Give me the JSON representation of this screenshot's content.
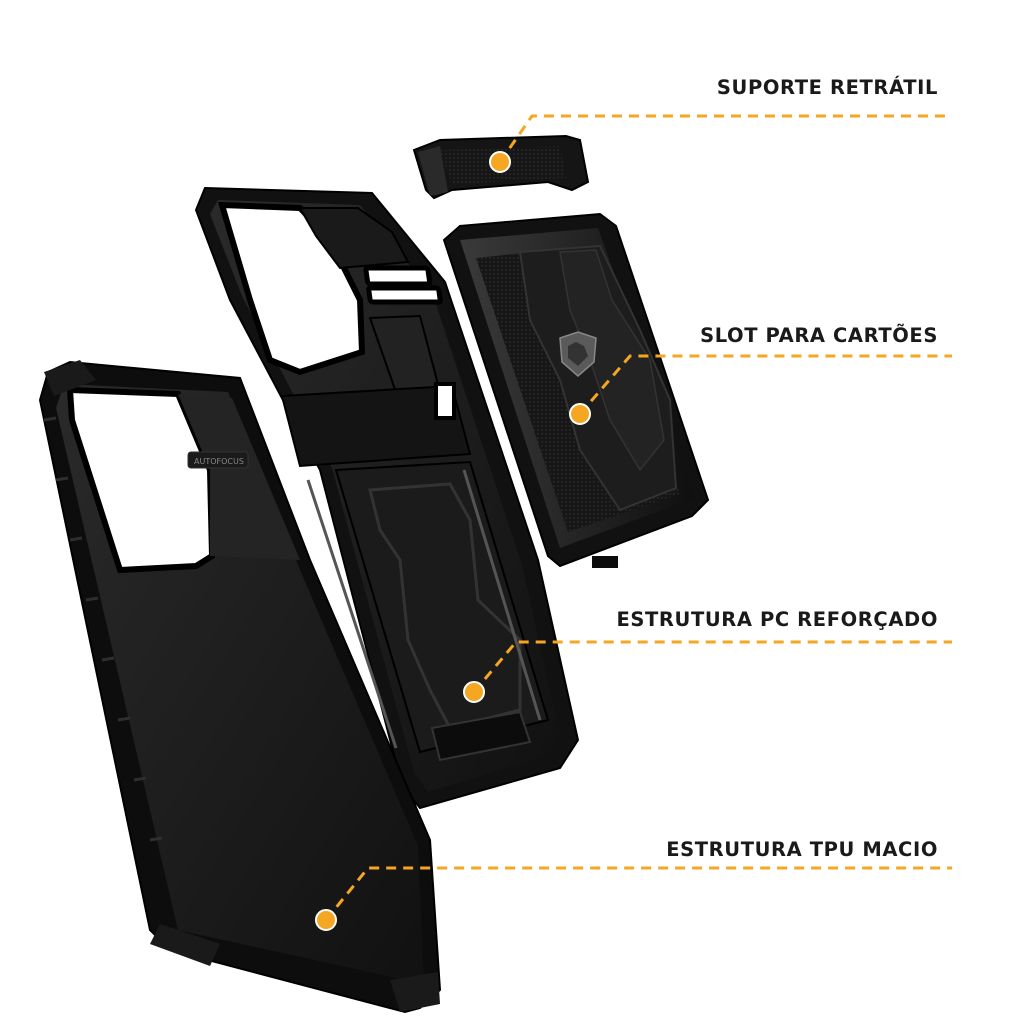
{
  "callouts": [
    {
      "id": "kickstand",
      "label": "SUPORTE RETRÁTIL"
    },
    {
      "id": "card-slot",
      "label": "SLOT PARA CARTÕES"
    },
    {
      "id": "pc-frame",
      "label": "ESTRUTURA PC REFORÇADO"
    },
    {
      "id": "tpu-frame",
      "label": "ESTRUTURA TPU MACIO"
    }
  ],
  "product": {
    "camera_text": "AUTOFOCUS",
    "logo_icon": "gorila-shield-icon"
  },
  "colors": {
    "accent": "#F5A623",
    "case": "#1c1c1c",
    "label_text": "#1a1a1a",
    "background": "#FFFFFF"
  }
}
